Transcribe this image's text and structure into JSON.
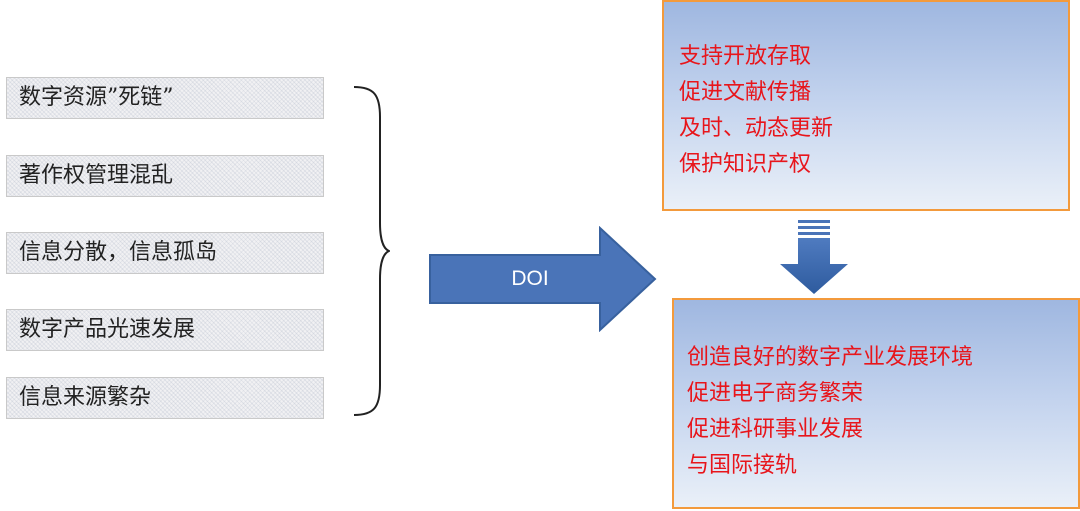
{
  "problems": [
    "数字资源”死链”",
    "著作权管理混乱",
    "信息分散，信息孤岛",
    "数字产品光速发展",
    "信息来源繁杂"
  ],
  "arrow_label": "DOI",
  "top_benefits": [
    "支持开放存取",
    "促进文献传播",
    "及时、动态更新",
    "保护知识产权"
  ],
  "bottom_benefits": [
    "创造良好的数字产业发展环境",
    "促进电子商务繁荣",
    "促进科研事业发展",
    "与国际接轨"
  ],
  "colors": {
    "benefit_text": "#e8151b",
    "box_border": "#f39a3c",
    "arrow_fill": "#4a74b8",
    "arrow_stroke": "#38619e"
  }
}
